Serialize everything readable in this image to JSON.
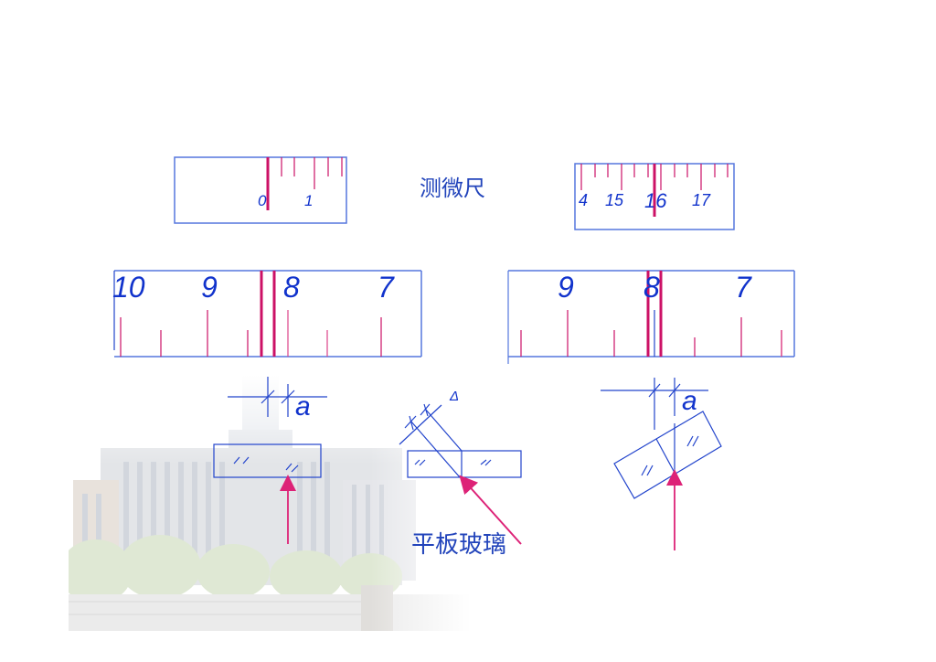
{
  "title_label": "测微尺",
  "glass_label": "平板玻璃",
  "colors": {
    "frame_blue": "#5577dd",
    "tick_red": "#cc1166",
    "number_blue": "#1133cc",
    "line_blue": "#2244cc",
    "arrow_magenta": "#dd2277"
  },
  "micrometer_left": {
    "numbers": [
      "0",
      "1"
    ]
  },
  "micrometer_right": {
    "numbers": [
      "4",
      "15",
      "16",
      "17"
    ]
  },
  "scale_left": {
    "numbers": [
      "10",
      "9",
      "8",
      "7"
    ]
  },
  "scale_right": {
    "numbers": [
      "9",
      "8",
      "7"
    ]
  },
  "diagram_left": {
    "dimension_label": "a"
  },
  "diagram_middle": {
    "dimension_label": "Δ"
  },
  "diagram_right": {
    "dimension_label": "a"
  }
}
